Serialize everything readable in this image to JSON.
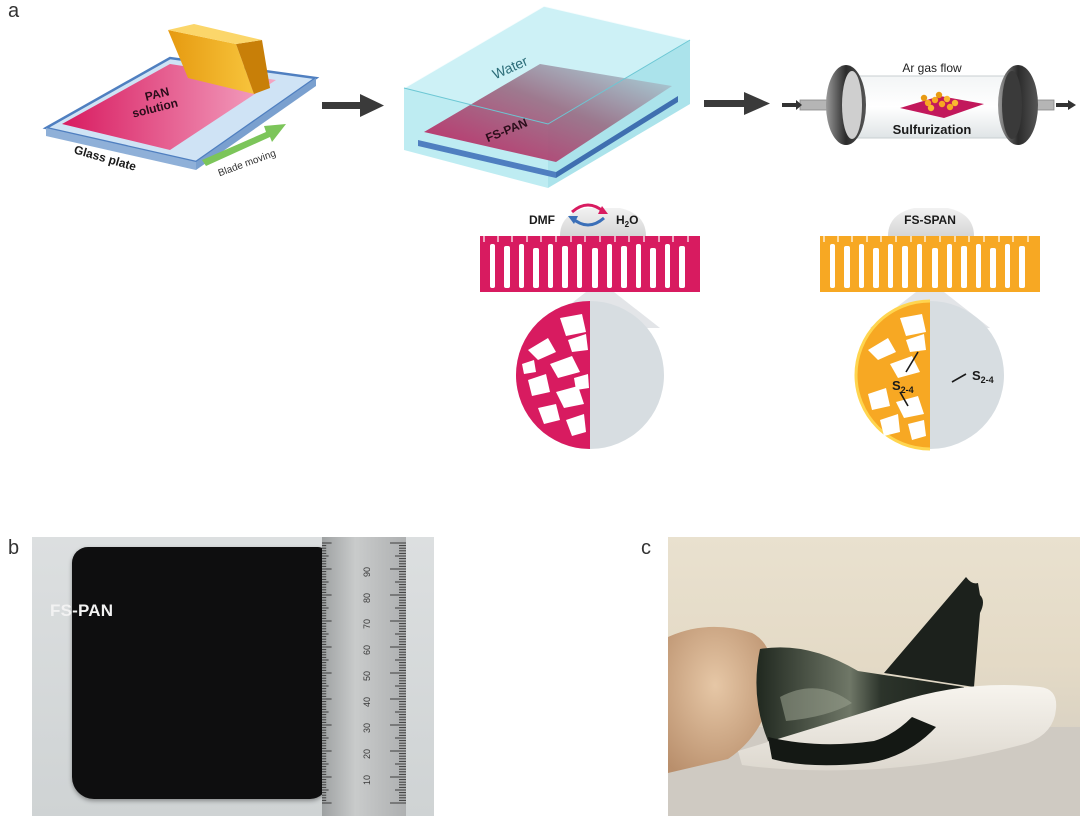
{
  "panels": {
    "a": "a",
    "b": "b",
    "c": "c"
  },
  "panel_a": {
    "glass_plate": {
      "solution_line1": "PAN",
      "solution_line2": "solution",
      "plate_label": "Glass plate",
      "blade_label": "Blade moving"
    },
    "water_bath": {
      "water_label": "Water",
      "film_label": "FS-PAN"
    },
    "furnace": {
      "gas_label": "Ar gas flow",
      "process_label": "Sulfurization"
    },
    "exchange": {
      "solvent": "DMF",
      "water_main": "H",
      "water_sub": "2",
      "water_end": "O"
    },
    "product": {
      "name": "FS-SPAN",
      "sulfur_main": "S",
      "sulfur_sub": "2-4"
    },
    "colors": {
      "pan_pink": "#d81b60",
      "span_orange": "#f7a823",
      "water_cyan": "#a8e6ee",
      "arrow_gray": "#3a3a3a",
      "green_arrow": "#7cc55a",
      "blade_yellow": "#f2b21a"
    }
  },
  "panel_b": {
    "sample_label": "FS-PAN",
    "ruler_ticks": [
      "10",
      "20",
      "30",
      "40",
      "50",
      "60",
      "70",
      "80",
      "90"
    ]
  }
}
